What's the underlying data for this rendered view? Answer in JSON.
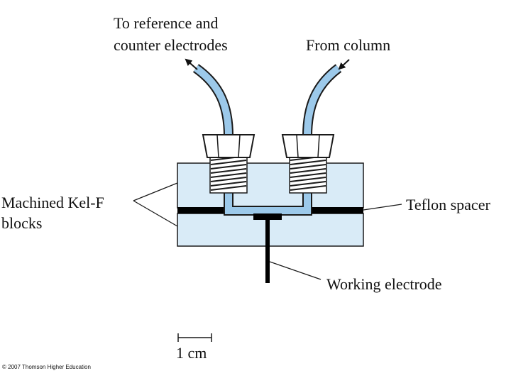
{
  "labels": {
    "to_ref_line1": "To reference and",
    "to_ref_line2": "counter electrodes",
    "from_column": "From column",
    "kel_f_line1": "Machined Kel-F",
    "kel_f_line2": "blocks",
    "teflon_spacer": "Teflon spacer",
    "working_electrode": "Working electrode",
    "scale": "1 cm"
  },
  "copyright": "© 2007 Thomson Higher Education",
  "colors": {
    "block_fill": "#d9ebf7",
    "tube_fill": "#9cc9ea",
    "spacer": "#000000",
    "outline": "#1a1a1a"
  }
}
